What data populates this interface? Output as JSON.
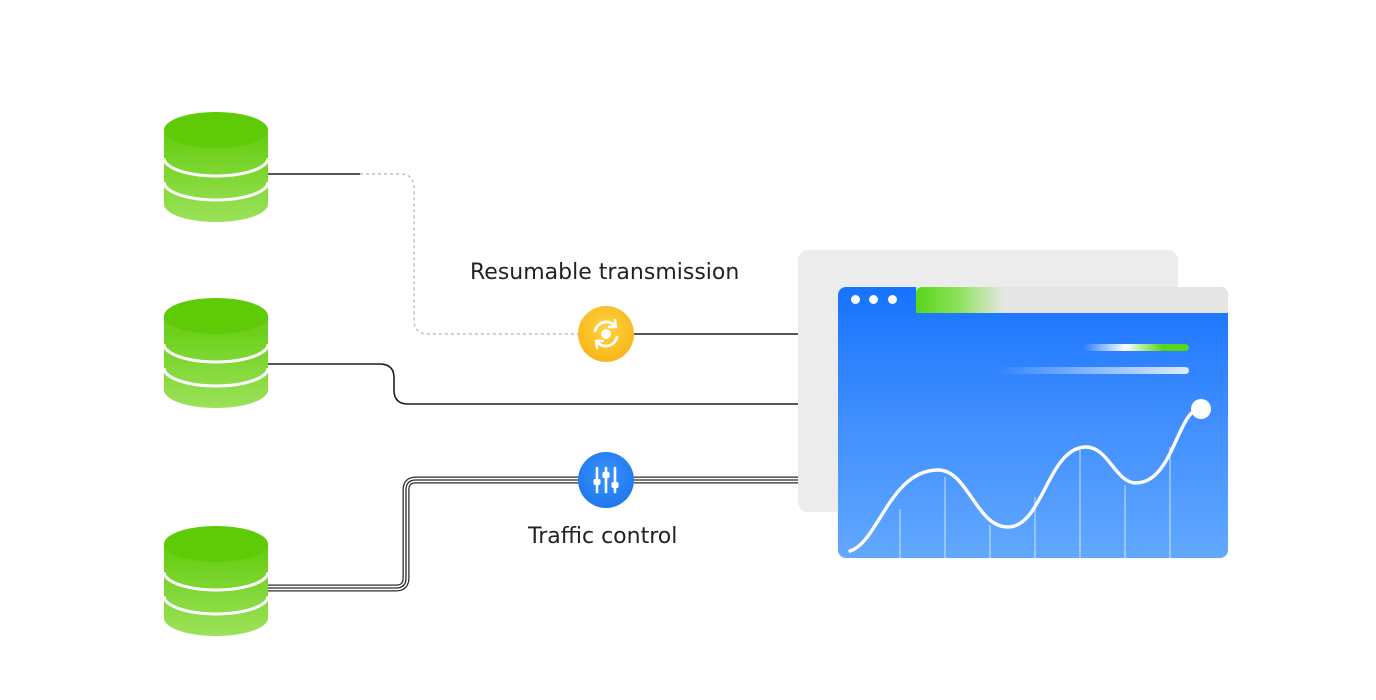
{
  "labels": {
    "resumable": "Resumable transmission",
    "traffic": "Traffic control"
  },
  "nodes": [
    {
      "name": "database-1",
      "icon": "database-icon"
    },
    {
      "name": "database-2",
      "icon": "database-icon"
    },
    {
      "name": "database-3",
      "icon": "database-icon"
    }
  ],
  "badges": {
    "resumable": {
      "icon": "sync-icon",
      "color": "#ffbe1a"
    },
    "traffic": {
      "icon": "sliders-icon",
      "color": "#1e7cf0"
    }
  },
  "colors": {
    "database": "#6ed11a",
    "dashboard": "#1673ff",
    "accent_green": "#59d61a"
  }
}
